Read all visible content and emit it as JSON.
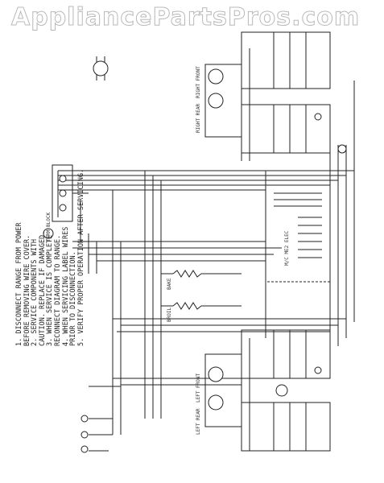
{
  "watermark": "AppliancePartsPros.com",
  "notes": [
    "1. DISCONNECT RANGE FROM POWER",
    "   BEFORE REMOVING WIRE COVER.",
    "2. SERVICE COMPONENTS WITH",
    "   CAUTION. REPLACE IF DAMAGED.",
    "3. WHEN SERVICE IS COMPLETE",
    "   RECONNECT DIAGRAM TO RANGE.",
    "4. WHEN SERVICING LABEL WIRES",
    "   PRIOR TO DISCONNECTION.",
    "5. VERIFY PROPER OPERATION AFTER SERVICING."
  ],
  "labels": {
    "right_front": "RIGHT FRONT",
    "right_rear": "RIGHT REAR",
    "left_front": "LEFT FRONT",
    "left_rear": "LEFT REAR",
    "control": "M/C ME2 ELEC",
    "terminal_block": "TERM BLOCK",
    "bake": "BAKE",
    "broil": "BROIL"
  }
}
